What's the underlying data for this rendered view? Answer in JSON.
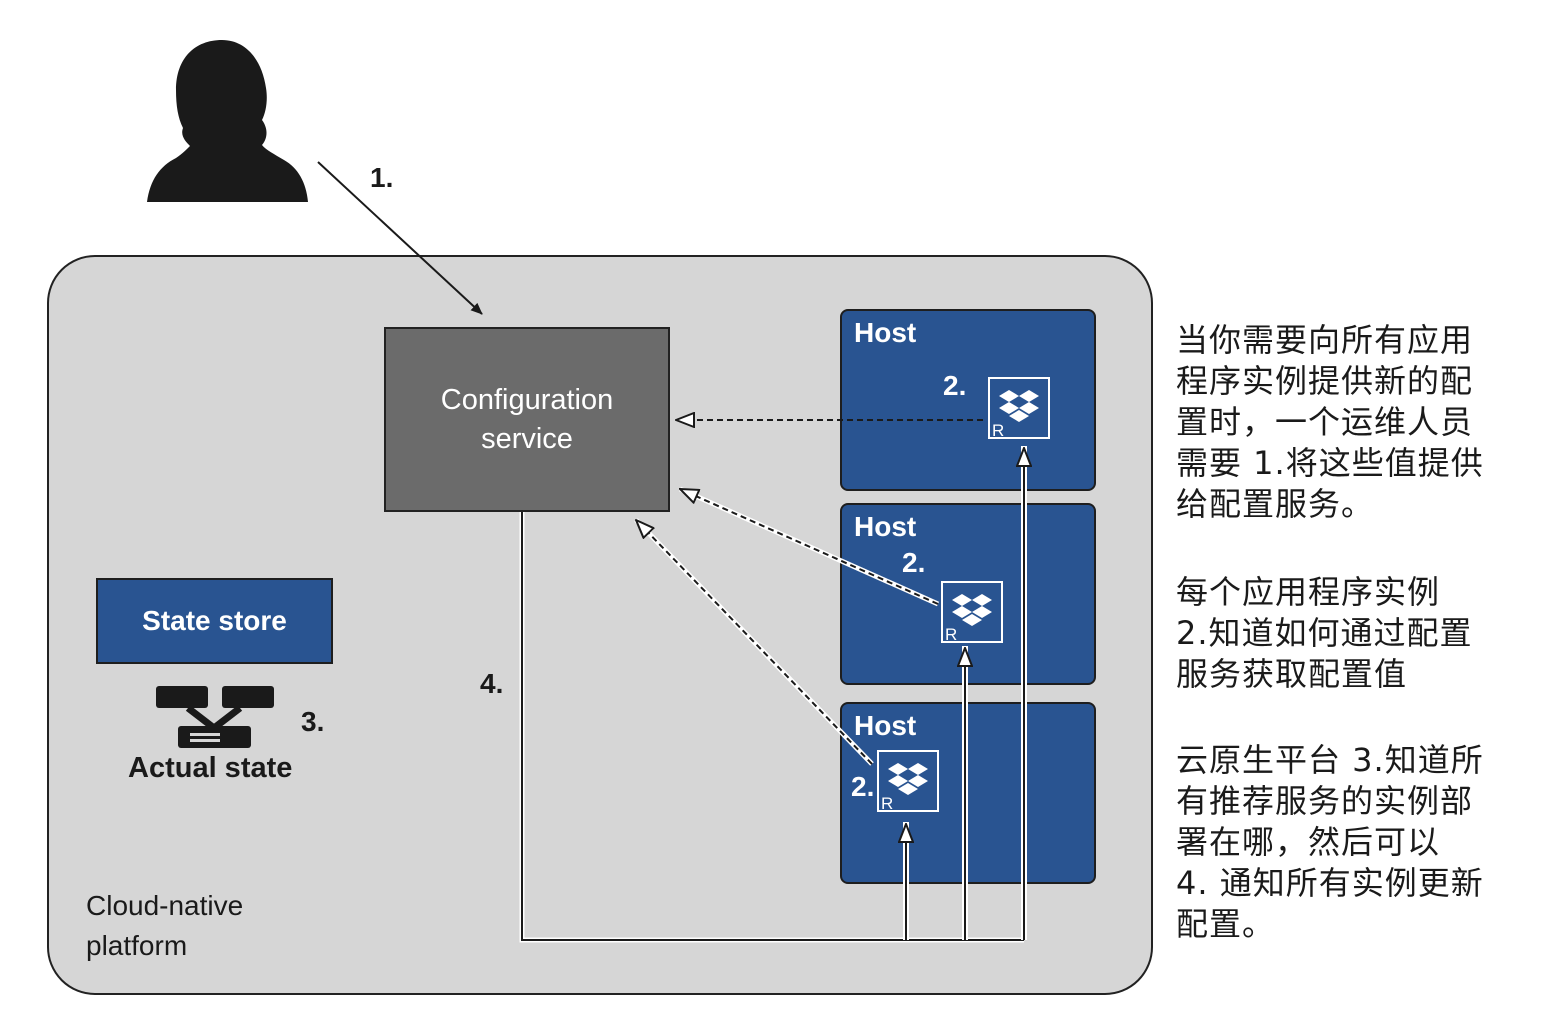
{
  "diagram": {
    "platform_label": "Cloud-native\nplatform",
    "config_service_label": "Configuration\nservice",
    "state_store_label": "State store",
    "actual_state_label": "Actual state",
    "hosts": [
      {
        "label": "Host",
        "step": "2.",
        "badge": "R"
      },
      {
        "label": "Host",
        "step": "2.",
        "badge": "R"
      },
      {
        "label": "Host",
        "step": "2.",
        "badge": "R"
      }
    ],
    "steps": {
      "step1": "1.",
      "step3": "3.",
      "step4": "4."
    },
    "colors": {
      "platform_bg": "#d6d6d6",
      "config_bg": "#6b6b6b",
      "host_bg": "#295491",
      "state_store_bg": "#295491"
    },
    "icons": [
      "person-silhouette-icon",
      "dropbox-icon",
      "actual-state-icon"
    ]
  },
  "annotations": [
    "当你需要向所有应用\n程序实例提供新的配\n置时，一个运维人员\n需要  1.将这些值提供\n给配置服务。",
    "每个应用程序实例\n2.知道如何通过配置\n服务获取配置值",
    "云原生平台  3.知道所\n有推荐服务的实例部\n署在哪，然后可以\n4.  通知所有实例更新\n配置。"
  ]
}
